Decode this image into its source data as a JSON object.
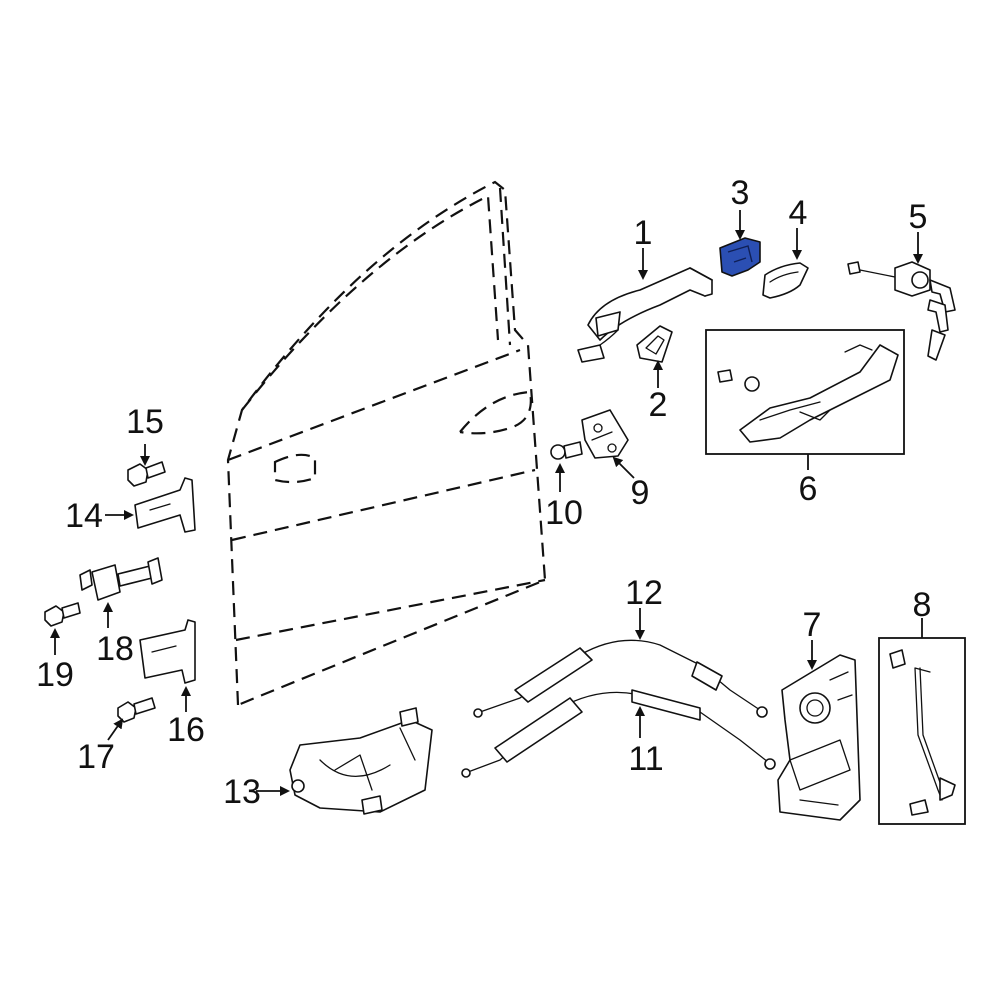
{
  "highlight_color": "#2b4fb3",
  "callouts": [
    "1",
    "2",
    "3",
    "4",
    "5",
    "6",
    "7",
    "8",
    "9",
    "10",
    "11",
    "12",
    "13",
    "14",
    "15",
    "16",
    "17",
    "18",
    "19"
  ],
  "highlighted_part": "3"
}
